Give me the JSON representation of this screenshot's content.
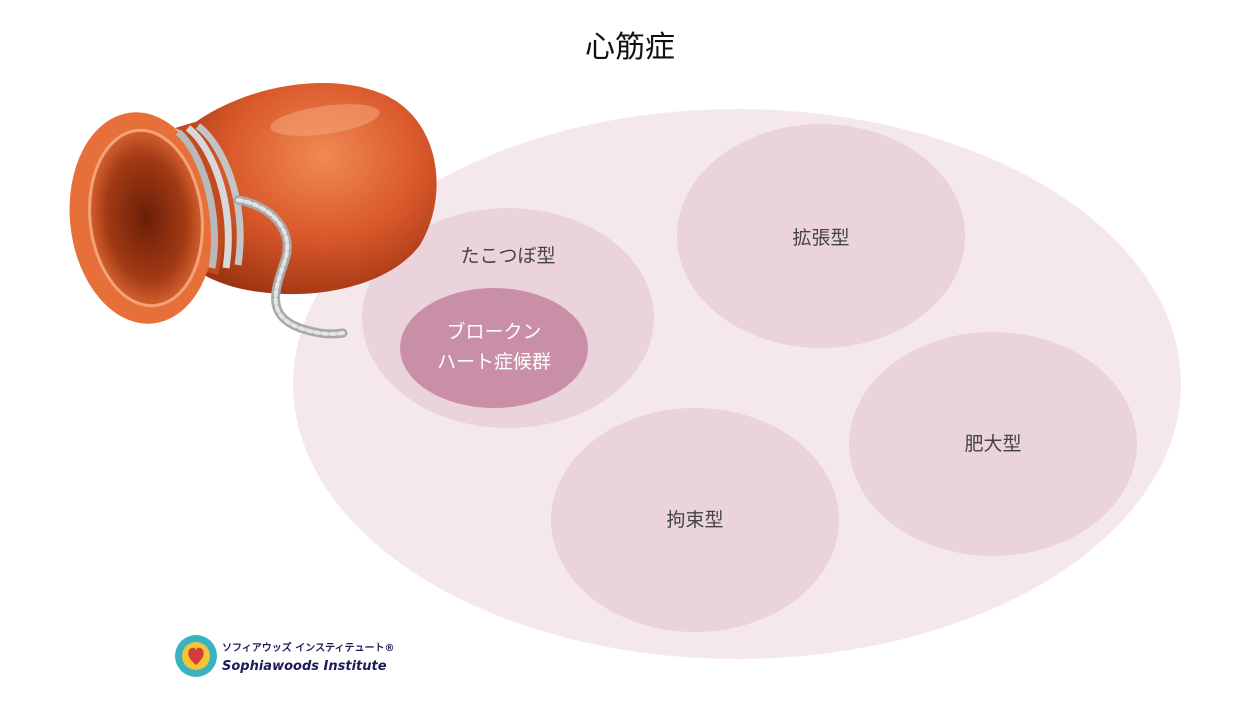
{
  "title": "心筋症",
  "categories": {
    "takotsubo": "たこつぼ型",
    "broken_heart_line1": "ブロークン",
    "broken_heart_line2": "ハート症候群",
    "dilated": "拡張型",
    "hypertrophic": "肥大型",
    "restrictive": "拘束型"
  },
  "logo": {
    "jp": "ソフィアウッズ インスティテュート®",
    "en": "Sophiawoods Institute"
  },
  "colors": {
    "outer": "#f5e8ec",
    "inner": "#ebd3db",
    "broken_heart": "#c98fa6",
    "pot": "#e0622f"
  },
  "icons": [
    "octopus-pot-illustration",
    "logo-heart-icon"
  ]
}
